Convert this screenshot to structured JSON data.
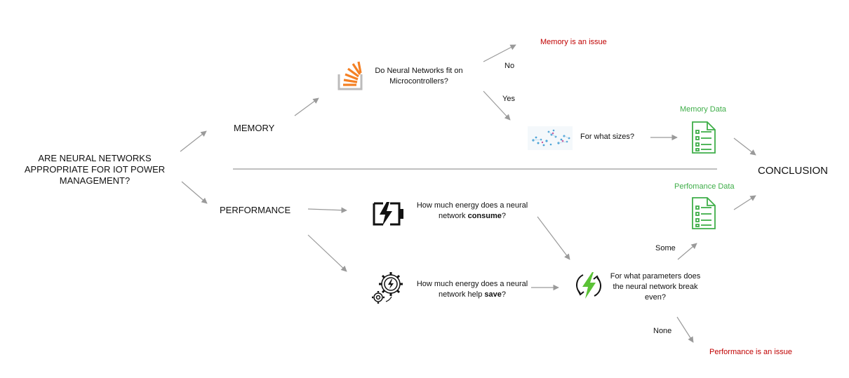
{
  "root": {
    "question": "ARE NEURAL NETWORKS APPROPRIATE FOR IOT POWER MANAGEMENT?"
  },
  "memory": {
    "label": "MEMORY",
    "question": "Do Neural Networks fit on Microcontrollers?",
    "no_label": "No",
    "yes_label": "Yes",
    "issue": "Memory is an issue",
    "sizes_question": "For what sizes?",
    "data_label": "Memory Data"
  },
  "performance": {
    "label": "PERFORMANCE",
    "consume_q_pre": "How much energy does a neural network ",
    "consume_q_bold": "consume",
    "consume_q_post": "?",
    "save_q_pre": "How much energy does a neural network help ",
    "save_q_bold": "save",
    "save_q_post": "?",
    "breakeven_q": "For what parameters does the neural network break even?",
    "some_label": "Some",
    "none_label": "None",
    "data_label": "Perfomance Data",
    "issue": "Performance is an issue"
  },
  "conclusion": {
    "label": "CONCLUSION"
  },
  "colors": {
    "arrow": "#9a9a9a",
    "issue": "#c00000",
    "data": "#3fae49",
    "orange": "#f48024"
  },
  "icons": {
    "stack": "stackoverflow-icon",
    "sizes": "scatter-cluster-icon",
    "memory_doc": "document-checklist-icon",
    "perf_doc": "document-checklist-icon",
    "battery": "battery-bolt-icon",
    "gears": "gears-bolt-icon",
    "bolt": "lightning-arrows-icon"
  }
}
